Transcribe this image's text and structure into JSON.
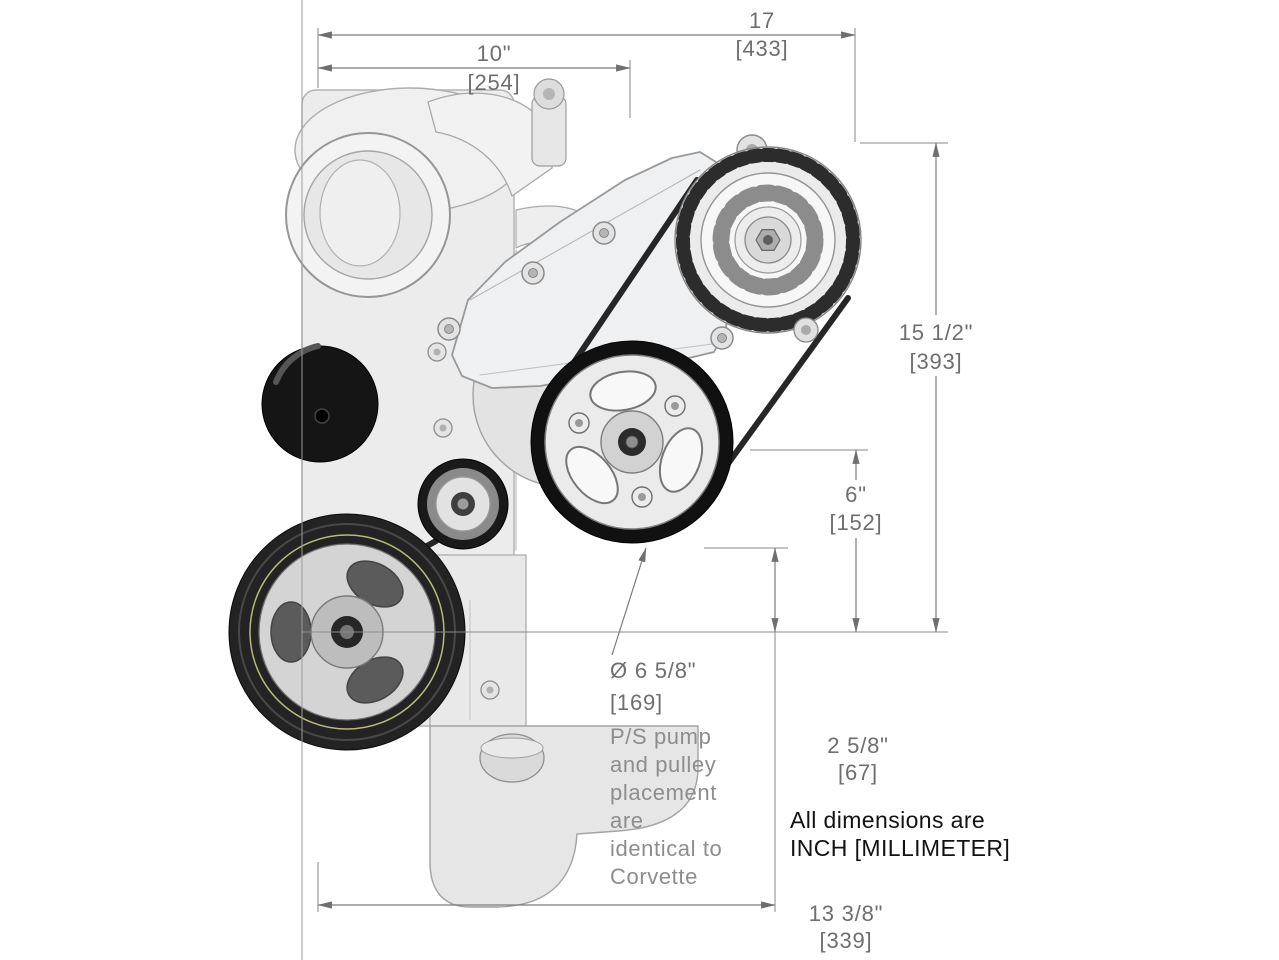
{
  "drawing": {
    "subject": "engine front accessory drive dimensional diagram",
    "background_color": "#ffffff",
    "line_color": "#7c7c7c",
    "dim_text_color": "#6e6e6e",
    "note_text_color": "#8d8d8d",
    "legend_text_color": "#121212"
  },
  "annotations": {
    "dim_width_top": {
      "inch": "17",
      "mm": "[433]"
    },
    "dim_width_ps": {
      "inch": "10\"",
      "mm": "[254]"
    },
    "dim_height_alt": {
      "inch": "15 1/2\"",
      "mm": "[393]"
    },
    "dim_height_ps": {
      "inch": "6\"",
      "mm": "[152]"
    },
    "dim_pulley_diameter": {
      "inch": "Ø 6 5/8\"",
      "mm": "[169]"
    },
    "dim_offset_crank": {
      "inch": "2 5/8\"",
      "mm": "[67]"
    },
    "dim_width_bottom": {
      "inch": "13 3/8\"",
      "mm": "[339]"
    },
    "note_lines": [
      "P/S pump",
      "and pulley",
      "placement",
      "are",
      "identical to",
      "Corvette"
    ],
    "units_note": {
      "line1": "All dimensions are",
      "line2": "INCH [MILLIMETER]"
    }
  }
}
